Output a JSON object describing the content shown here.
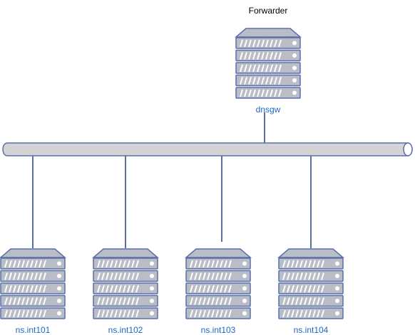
{
  "diagram": {
    "title": "Forwarder",
    "forwarder": {
      "name": "dnsgw"
    },
    "servers": [
      {
        "name": "ns.int101"
      },
      {
        "name": "ns.int102"
      },
      {
        "name": "ns.int103"
      },
      {
        "name": "ns.int104"
      }
    ],
    "colors": {
      "server_fill": "#b9bdc6",
      "server_stroke": "#5a6fa8",
      "bus_fill": "#d3d3d6",
      "bus_stroke": "#5a6fa8",
      "link": "#5a6fa8",
      "label_blue": "#1f66bf",
      "label_black": "#000000"
    }
  }
}
